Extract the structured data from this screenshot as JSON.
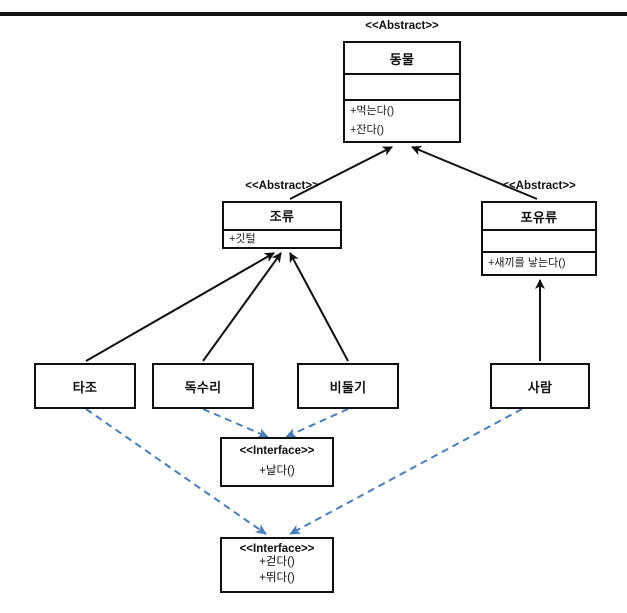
{
  "diagram": {
    "title": "UML Class Diagram",
    "stroke_color": "#101010",
    "realization_color": "#4a7ebb",
    "background": "#fefefe"
  },
  "stereotypes": {
    "abstract": "<<Abstract>>",
    "interface": "<<Interface>>"
  },
  "classes": {
    "animal": {
      "name": "동물",
      "stereotype": "<<Abstract>>",
      "attributes": [],
      "methods": [
        "+먹는다()",
        "+잔다()"
      ]
    },
    "bird": {
      "name": "조류",
      "stereotype": "<<Abstract>>",
      "attributes": [
        "+깃털"
      ],
      "methods": []
    },
    "mammal": {
      "name": "포유류",
      "stereotype": "<<Abstract>>",
      "attributes": [],
      "methods": [
        "+새끼를 낳는다()"
      ]
    },
    "ostrich": {
      "name": "타조",
      "stereotype": "",
      "attributes": [],
      "methods": []
    },
    "eagle": {
      "name": "독수리",
      "stereotype": "",
      "attributes": [],
      "methods": []
    },
    "pigeon": {
      "name": "비둘기",
      "stereotype": "",
      "attributes": [],
      "methods": []
    },
    "human": {
      "name": "사람",
      "stereotype": "",
      "attributes": [],
      "methods": []
    }
  },
  "interfaces": {
    "flyable": {
      "header": "<<Interface>>",
      "methods": [
        "+날다()"
      ]
    },
    "walkable": {
      "header": "<<Interface>>",
      "methods": [
        "+걷다()",
        "+뛰다()"
      ]
    }
  },
  "relations": {
    "generalizations": [
      {
        "from": "조류",
        "to": "동물"
      },
      {
        "from": "포유류",
        "to": "동물"
      },
      {
        "from": "타조",
        "to": "조류"
      },
      {
        "from": "독수리",
        "to": "조류"
      },
      {
        "from": "비둘기",
        "to": "조류"
      },
      {
        "from": "사람",
        "to": "포유류"
      }
    ],
    "realizations": [
      {
        "from": "독수리",
        "to": "<<Interface>> +날다()"
      },
      {
        "from": "비둘기",
        "to": "<<Interface>> +날다()"
      },
      {
        "from": "타조",
        "to": "<<Interface>> +걷다() +뛰다()"
      },
      {
        "from": "사람",
        "to": "<<Interface>> +걷다() +뛰다()"
      }
    ]
  }
}
